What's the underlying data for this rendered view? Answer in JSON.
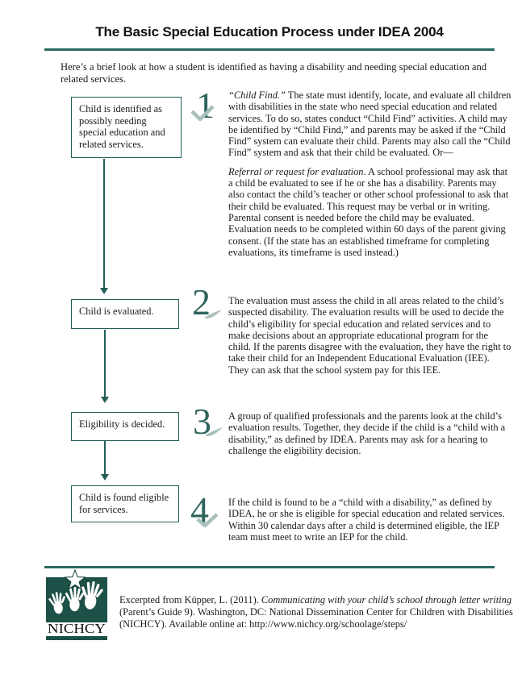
{
  "page": {
    "title": "The Basic Special Education Process under IDEA 2004",
    "intro": "Here’s a brief look at how a student is identified as having a disability and needing special education and related services."
  },
  "flowchart": {
    "boxes": [
      "Child is identified as possibly needing special education and related services.",
      "Child is evaluated.",
      "Eligibility is decided.",
      "Child is found eligible for services."
    ]
  },
  "steps": [
    {
      "number": "1",
      "para1_lead": "“Child Find.”",
      "para1_rest": " The state must identify, locate, and evaluate all children with disabilities in the state who need special education and related services. To do so, states conduct “Child Find” activities. A child may be identified by “Child Find,” and parents may be asked if the “Child Find” system can evaluate their child. Parents may also call the “Child Find” system and ask that their child be evaluated. Or—",
      "para2_lead": "Referral or request for evaluation",
      "para2_rest": ". A school professional may ask that a child be evaluated to see if he or she has a disability. Parents may also contact the child’s teacher or other school professional to ask that their child be evaluated. This request may be verbal or in writing. Parental consent is needed before the child may be evaluated. Evaluation needs to be completed within 60 days of the parent giving consent. (If the state has an established timeframe for completing evaluations, its timeframe is used instead.)"
    },
    {
      "number": "2",
      "text": "The evaluation must assess the child in all areas related to the child’s suspected disability. The evaluation results will be used to decide the child’s eligibility for special education and related services and to make decisions about an appropriate educational program for the child. If the parents disagree with the evaluation, they have the right to take their child for an Independent Educational Evaluation (IEE). They can ask that the school system pay for this IEE."
    },
    {
      "number": "3",
      "text": "A group of qualified professionals and the parents look at the child’s evaluation results. Together, they decide if the child is a “child with a disability,” as defined by IDEA. Parents may ask for a hearing to challenge the eligibility decision."
    },
    {
      "number": "4",
      "text": "If the child is found to be a “child with a disability,” as defined by IDEA, he or she is eligible for special education and related services. Within 30 calendar days after a child is determined eligible, the IEP team must meet to write an IEP for the child."
    }
  ],
  "footer": {
    "logo_text": "NICHCY",
    "citation_pre": "Excerpted from Küpper, L. (2011). ",
    "citation_italic": "Communicating with your child’s school through letter writing",
    "citation_post": " (Parent’s Guide 9). Washington, DC: National Dissemination Center for Children with Disabilities (NICHCY). Available online at: http://www.nichcy.org/schoolage/steps/"
  },
  "colors": {
    "teal_rule": "#2a6861",
    "teal_border": "#235e58",
    "number_teal": "#2f645d",
    "swoosh_gray": "#a9bfbb",
    "logo_teal": "#1d5047",
    "text": "#1b1b1b"
  }
}
